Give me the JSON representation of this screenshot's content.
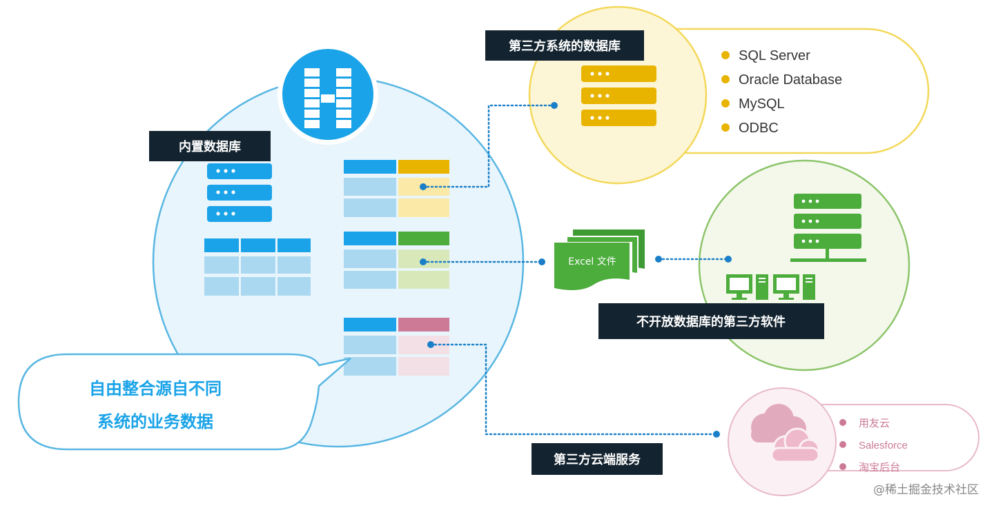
{
  "labels": {
    "builtin_db": "内置数据库",
    "third_party_db": "第三方系统的数据库",
    "no_open_db_software": "不开放数据库的第三方软件",
    "cloud_services": "第三方云端服务",
    "callout_line1": "自由整合源自不同",
    "callout_line2": "系统的业务数据",
    "excel_file": "Excel 文件",
    "watermark": "@稀土掘金技术社区"
  },
  "logo": {
    "letter": "H"
  },
  "database_list": [
    "SQL Server",
    "Oracle Database",
    "MySQL",
    "ODBC"
  ],
  "cloud_list": [
    "用友云",
    "Salesforce",
    "淘宝后台"
  ],
  "colors": {
    "blue": "#1aa3e8",
    "blue_light": "#a9d8f0",
    "yellow": "#e8b400",
    "yellow_light": "#fbe9a7",
    "green": "#4cac3c",
    "green_light": "#d8e8b8",
    "pink": "#cc7a96",
    "pink_light": "#f3dfe6",
    "dark_label": "#13232f",
    "dotline": "#1a7fc8"
  }
}
